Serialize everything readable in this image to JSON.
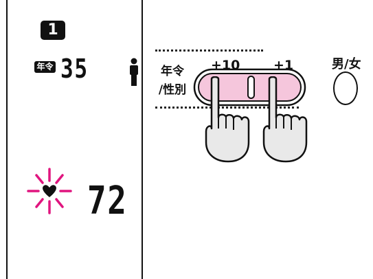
{
  "display": {
    "step_number": "1",
    "age_label": "年令",
    "age_value": "35",
    "pulse_value": "72",
    "person_icon": "male-person-icon",
    "heart_icon": "blinking-heart-icon",
    "colors": {
      "heart_flash": "#e0157f",
      "button_fill": "#f5c6dc"
    }
  },
  "controls": {
    "age_gender_label_line1": "年令",
    "age_gender_label_line2": "/性別",
    "plus10_label": "+10",
    "plus1_label": "+1",
    "gender_label": "男/女",
    "hand_icon": "pressing-finger-icon"
  }
}
